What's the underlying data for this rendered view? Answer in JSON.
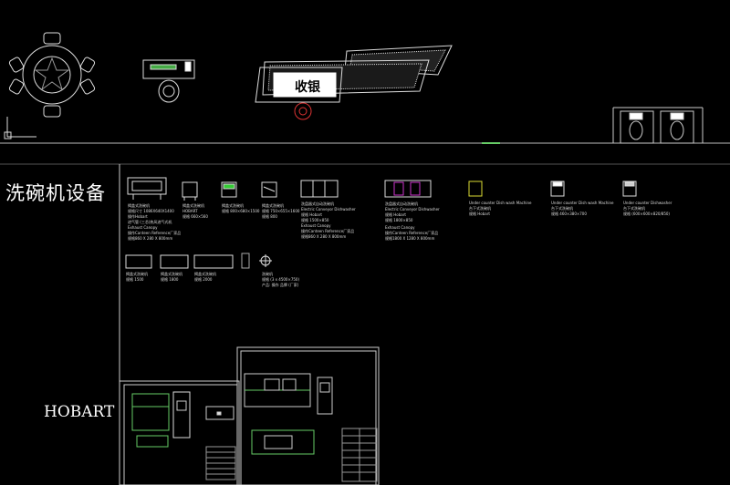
{
  "section_title_cn": "洗碗机设备",
  "section_title_en": "HOBART",
  "cashier_label": "收银",
  "items": [
    {
      "lines": [
        "揭盖式洗碗机",
        "规格尺寸 1086X640X1400",
        "操作Hobart",
        "进气管 (三芯)热风进气式机",
        "Exhaust Canopy",
        "操作Canteen Reference厂家品",
        "规格860 X 280 X 800mm"
      ]
    },
    {
      "lines": [
        "揭盖式洗碗机",
        "HOBART",
        "规格 660×560"
      ]
    },
    {
      "lines": [
        "揭盖式洗碗机",
        "规格 800×680×1500"
      ]
    },
    {
      "lines": [
        "揭盖式洗碗机",
        "规格 750×655×1600",
        "规格 800"
      ]
    },
    {
      "lines": [
        "洗盘器式自动洗碗机",
        "Electric Conveyor Dishwasher",
        "规格 Hobart",
        "规格 1500×850",
        "Exhaust Canopy",
        "操作Canteen Reference厂家品",
        "规格860 X 280 X 800mm"
      ]
    },
    {
      "lines": [
        "洗盘器式自动洗碗机",
        "Electric Conveyor Dishwasher",
        "规格 Hobart",
        "规格 1800×850",
        "Exhaust Canopy",
        "操作Canteen Reference厂家品",
        "规格1800 X 1280 X 800mm"
      ]
    },
    {
      "lines": [
        "Under counter Dish wash Machine",
        "台下式洗碗机",
        "规格 Hobart"
      ]
    },
    {
      "lines": [
        "Under counter Dish wash Machine",
        "台下式洗碗机",
        "规格 460×380×700"
      ]
    },
    {
      "lines": [
        "Under counter Dishwasher",
        "台下式洗碗机",
        "规格 (600×600×820/850)"
      ]
    }
  ],
  "row2_items": [
    {
      "lines": [
        "揭盖式洗碗机",
        "规格 1500"
      ]
    },
    {
      "lines": [
        "揭盖式洗碗机",
        "规格 1800"
      ]
    },
    {
      "lines": [
        "揭盖式洗碗机",
        "规格 2000"
      ]
    }
  ],
  "note_lines": [
    "洗碗机",
    "规格 (3 x 4500×750)",
    "产品: 操作 品牌 (厂家)"
  ]
}
